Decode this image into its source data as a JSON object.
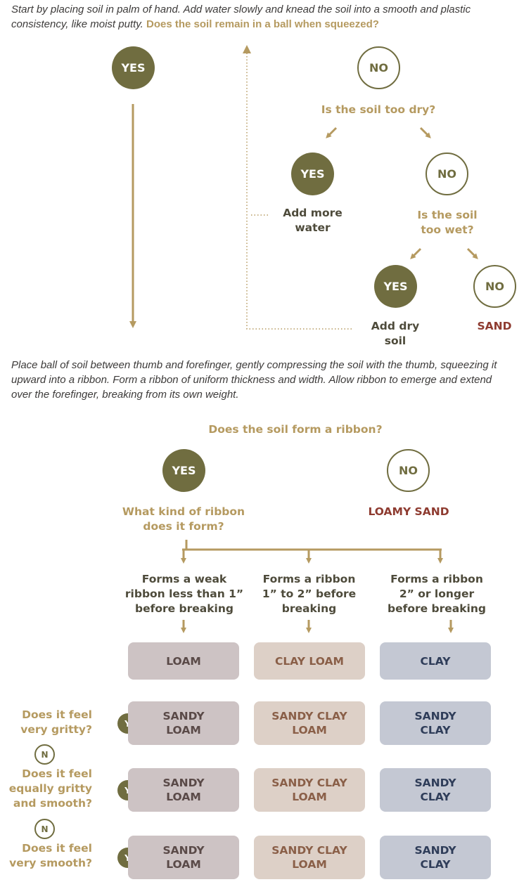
{
  "step1": {
    "intro": "Start by placing soil in palm of hand. Add water slowly and knead the soil into a smooth and plastic consistency, like moist putty.",
    "question": "Does the soil remain in a ball when squeezed?",
    "yes": "YES",
    "no": "NO",
    "too_dry_q": "Is the soil too dry?",
    "dry_yes": "YES",
    "dry_no": "NO",
    "add_water": "Add more water",
    "too_wet_q": "Is the soil too wet?",
    "wet_yes": "YES",
    "wet_no": "NO",
    "add_dry_soil": "Add dry soil",
    "sand": "SAND"
  },
  "step2": {
    "intro": "Place ball of soil between thumb and forefinger, gently compressing the soil with the thumb, squeezing it upward into a ribbon. Form a ribbon of uniform thickness and width. Allow ribbon to emerge and extend over the forefinger, breaking from its own weight.",
    "question": "Does the soil form a ribbon?",
    "yes": "YES",
    "no": "NO",
    "kind_q": "What kind of ribbon does it form?",
    "loamy_sand": "LOAMY SAND",
    "ribbon_weak": "Forms a weak ribbon less than 1” before breaking",
    "ribbon_mid": "Forms a ribbon 1” to 2” before breaking",
    "ribbon_long": "Forms a ribbon 2” or longer before breaking",
    "loam": "LOAM",
    "clay_loam": "CLAY LOAM",
    "clay": "CLAY"
  },
  "grit": {
    "q1": "Does it feel very gritty?",
    "q2": "Does it feel equally gritty and smooth?",
    "q3": "Does it feel very smooth?",
    "y": "Y",
    "n": "N",
    "rows": [
      {
        "a": "SANDY LOAM",
        "b": "SANDY CLAY LOAM",
        "c": "SANDY CLAY"
      },
      {
        "a": "SANDY LOAM",
        "b": "SANDY CLAY LOAM",
        "c": "SANDY CLAY"
      },
      {
        "a": "SANDY LOAM",
        "b": "SANDY CLAY LOAM",
        "c": "SANDY CLAY"
      }
    ]
  },
  "colors": {
    "olive": "#706d40",
    "gold": "#b59a60",
    "loam_box": "#cdc3c4",
    "clay_loam_box": "#ddd0c7",
    "clay_box": "#c4c8d3",
    "red": "#8e3b30"
  }
}
